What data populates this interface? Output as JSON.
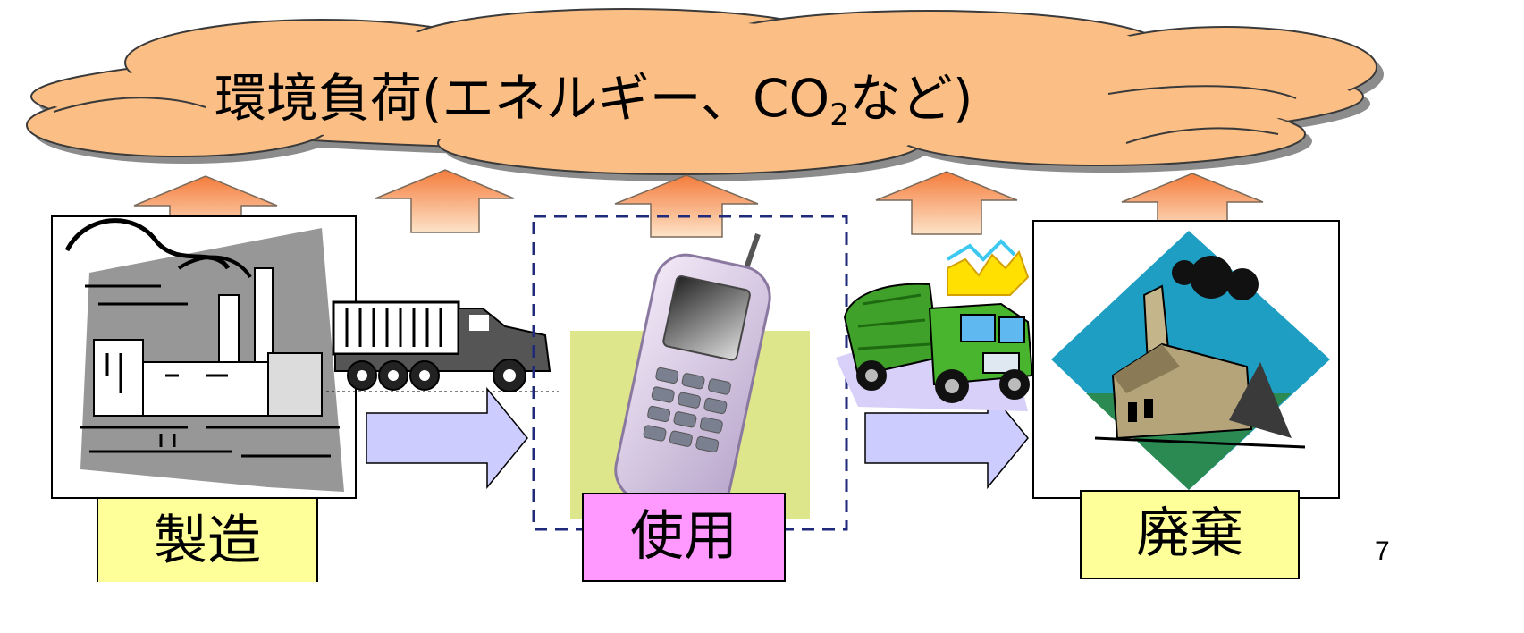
{
  "cloud": {
    "title_main": "環境負荷(エネルギー、CO",
    "title_sub": "2",
    "title_end": "など)",
    "fill_color": "#fbbf85"
  },
  "stages": [
    {
      "label": "製造",
      "box_color": "#ffff99",
      "image": "factory-illustration"
    },
    {
      "label": "使用",
      "box_color": "#ff99ff",
      "image": "mobile-phone-illustration"
    },
    {
      "label": "廃棄",
      "box_color": "#ffff99",
      "image": "disposal-plant-illustration"
    }
  ],
  "transport": [
    {
      "image": "dump-truck-illustration"
    },
    {
      "image": "garbage-truck-illustration"
    }
  ],
  "colors": {
    "impact_arrow": "#f47c3c",
    "flow_arrow": "#ccccff",
    "use_border": "#1f2a7a"
  },
  "page_number": "7"
}
